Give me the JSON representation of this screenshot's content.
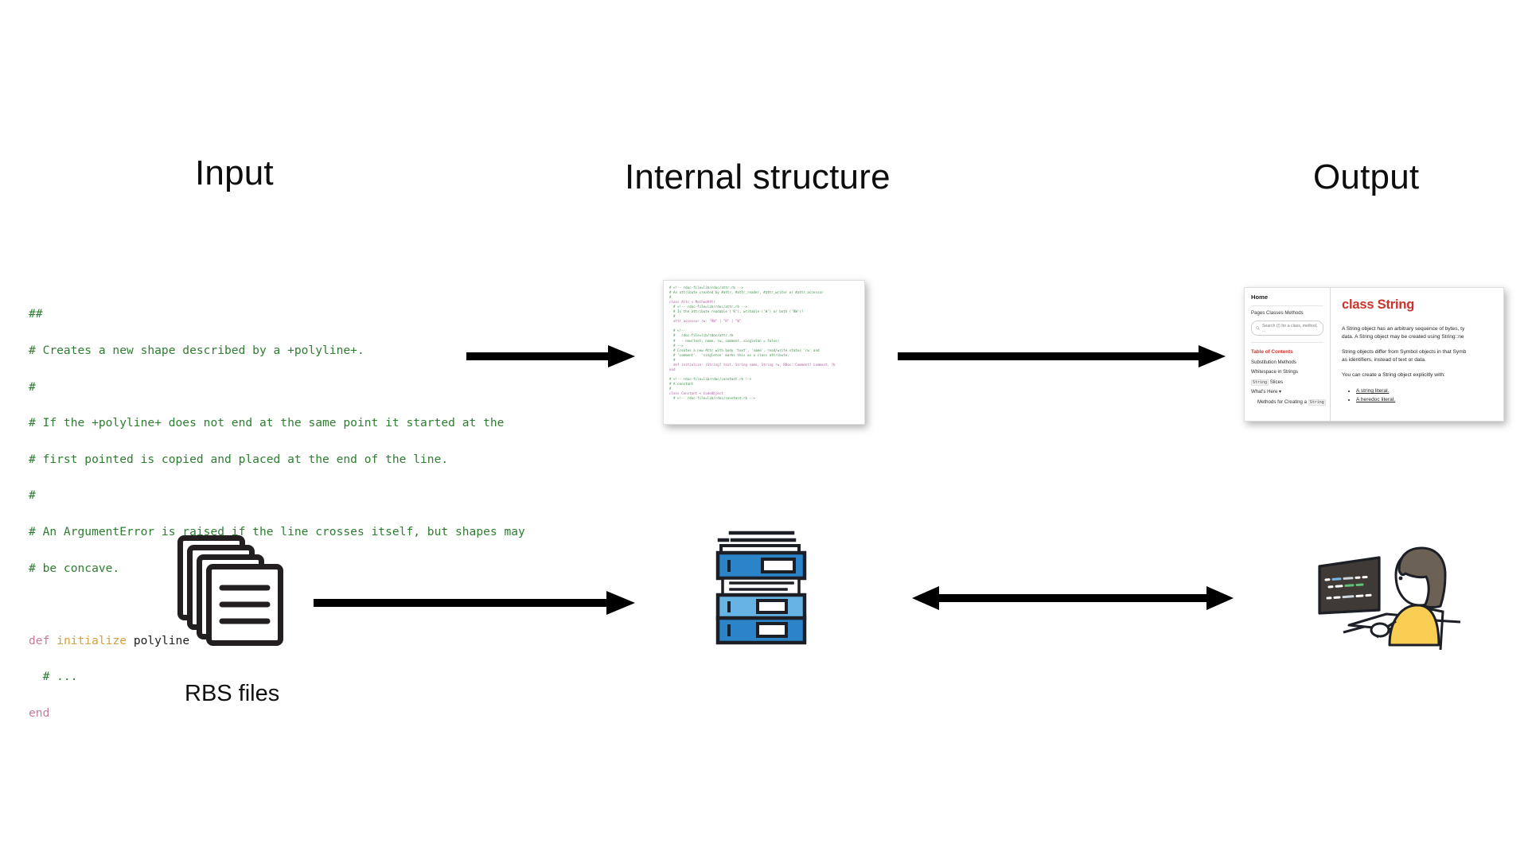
{
  "headings": {
    "input": "Input",
    "internal": "Internal structure",
    "output": "Output"
  },
  "input_code": {
    "language": "ruby",
    "lines": [
      "##",
      "# Creates a new shape described by a +polyline+.",
      "#",
      "# If the +polyline+ does not end at the same point it started at the",
      "# first pointed is copied and placed at the end of the line.",
      "#",
      "# An ArgumentError is raised if the line crosses itself, but shapes may",
      "# be concave.",
      "",
      "def initialize polyline",
      "  # ...",
      "end"
    ],
    "colors": {
      "comment": "#2f7d32",
      "keyword": "#c77b9e",
      "method": "#d8a03a",
      "identifier": "#1e1e1e"
    },
    "tokens": {
      "def": "def",
      "initialize": "initialize",
      "polyline": "polyline",
      "ellipsis_comment": "  # ...",
      "end": "end"
    }
  },
  "rbs_code": {
    "lines": [
      "# <!-- rdoc-file=lib/rdoc/attr.rb -->",
      "# An attribute created by #attr, #attr_reader, #attr_writer or #attr_accessor",
      "#",
      "class Attr < MethodAttr",
      "  # <!-- rdoc-file=lib/rdoc/attr.rb -->",
      "  # Is the attribute readable ('R'), writable ('W') or both ('RW')?",
      "  #",
      "  attr_accessor rw: \"RW\" | \"R\" | \"W\"",
      "",
      "  # <!--",
      "  #   rdoc-file=lib/rdoc/attr.rb",
      "  #   - new(text, name, rw, comment, singleton = false)",
      "  # -->",
      "  # Creates a new Attr with body 'text', 'name', read/write status 'rw' and",
      "  # 'comment'.  'singleton' marks this as a class attribute.",
      "  #",
      "  def initialize: (String? text, String name, String rw, RDoc::Comment? comment, ?b",
      "end",
      "",
      "# <!-- rdoc-file=lib/rdoc/constant.rb -->",
      "# A constant",
      "#",
      "class Constant < CodeObject",
      "  # <!-- rdoc-file=lib/rdoc/constant.rb -->"
    ]
  },
  "rdoc_page": {
    "sidebar": {
      "home": "Home",
      "nav": "Pages Classes Methods",
      "search_placeholder": "Search (/) for a class, method, ...",
      "search_icon": "search-icon",
      "toc_heading": "Table of Contents",
      "toc_items": [
        {
          "text": "Substitution Methods",
          "mono": "",
          "indent": false
        },
        {
          "text": "Whitespace in Strings",
          "mono": "",
          "indent": false
        },
        {
          "mono_first": "String",
          "text": " Slices",
          "indent": false
        },
        {
          "text": "What's Here ▾",
          "mono": "",
          "indent": false
        },
        {
          "text": "Methods for Creating a ",
          "mono": "String",
          "indent": true
        }
      ]
    },
    "main": {
      "title": "class String",
      "title_color": "#c8342c",
      "paragraphs": [
        "A String object has an arbitrary sequence of bytes, ty",
        "data. A String object may be created using String::ne",
        "String objects differ from Symbol objects in that Symb",
        "as identifiers, instead of text or data.",
        "You can create a String object explicitly with:"
      ],
      "bullets": [
        "A string literal.",
        "A heredoc literal."
      ]
    }
  },
  "icons": {
    "rbs_files": {
      "name": "stacked-files-icon",
      "label": "RBS files"
    },
    "server_stack": {
      "name": "server-stack-icon",
      "colors": {
        "dark_blue": "#2b84c8",
        "light_blue": "#67b3e3",
        "outline": "#1c1f26"
      }
    },
    "developer": {
      "name": "developer-at-desk-icon",
      "colors": {
        "shirt": "#f7ce52",
        "hair": "#6b6255",
        "screen": "#3f3a36",
        "outline": "#1c1f26"
      }
    }
  },
  "arrows": [
    {
      "name": "arrow-input-to-internal",
      "direction": "right"
    },
    {
      "name": "arrow-internal-to-output",
      "direction": "right"
    },
    {
      "name": "arrow-rbsfiles-to-server",
      "direction": "right"
    },
    {
      "name": "arrow-server-to-developer",
      "direction": "both"
    }
  ]
}
